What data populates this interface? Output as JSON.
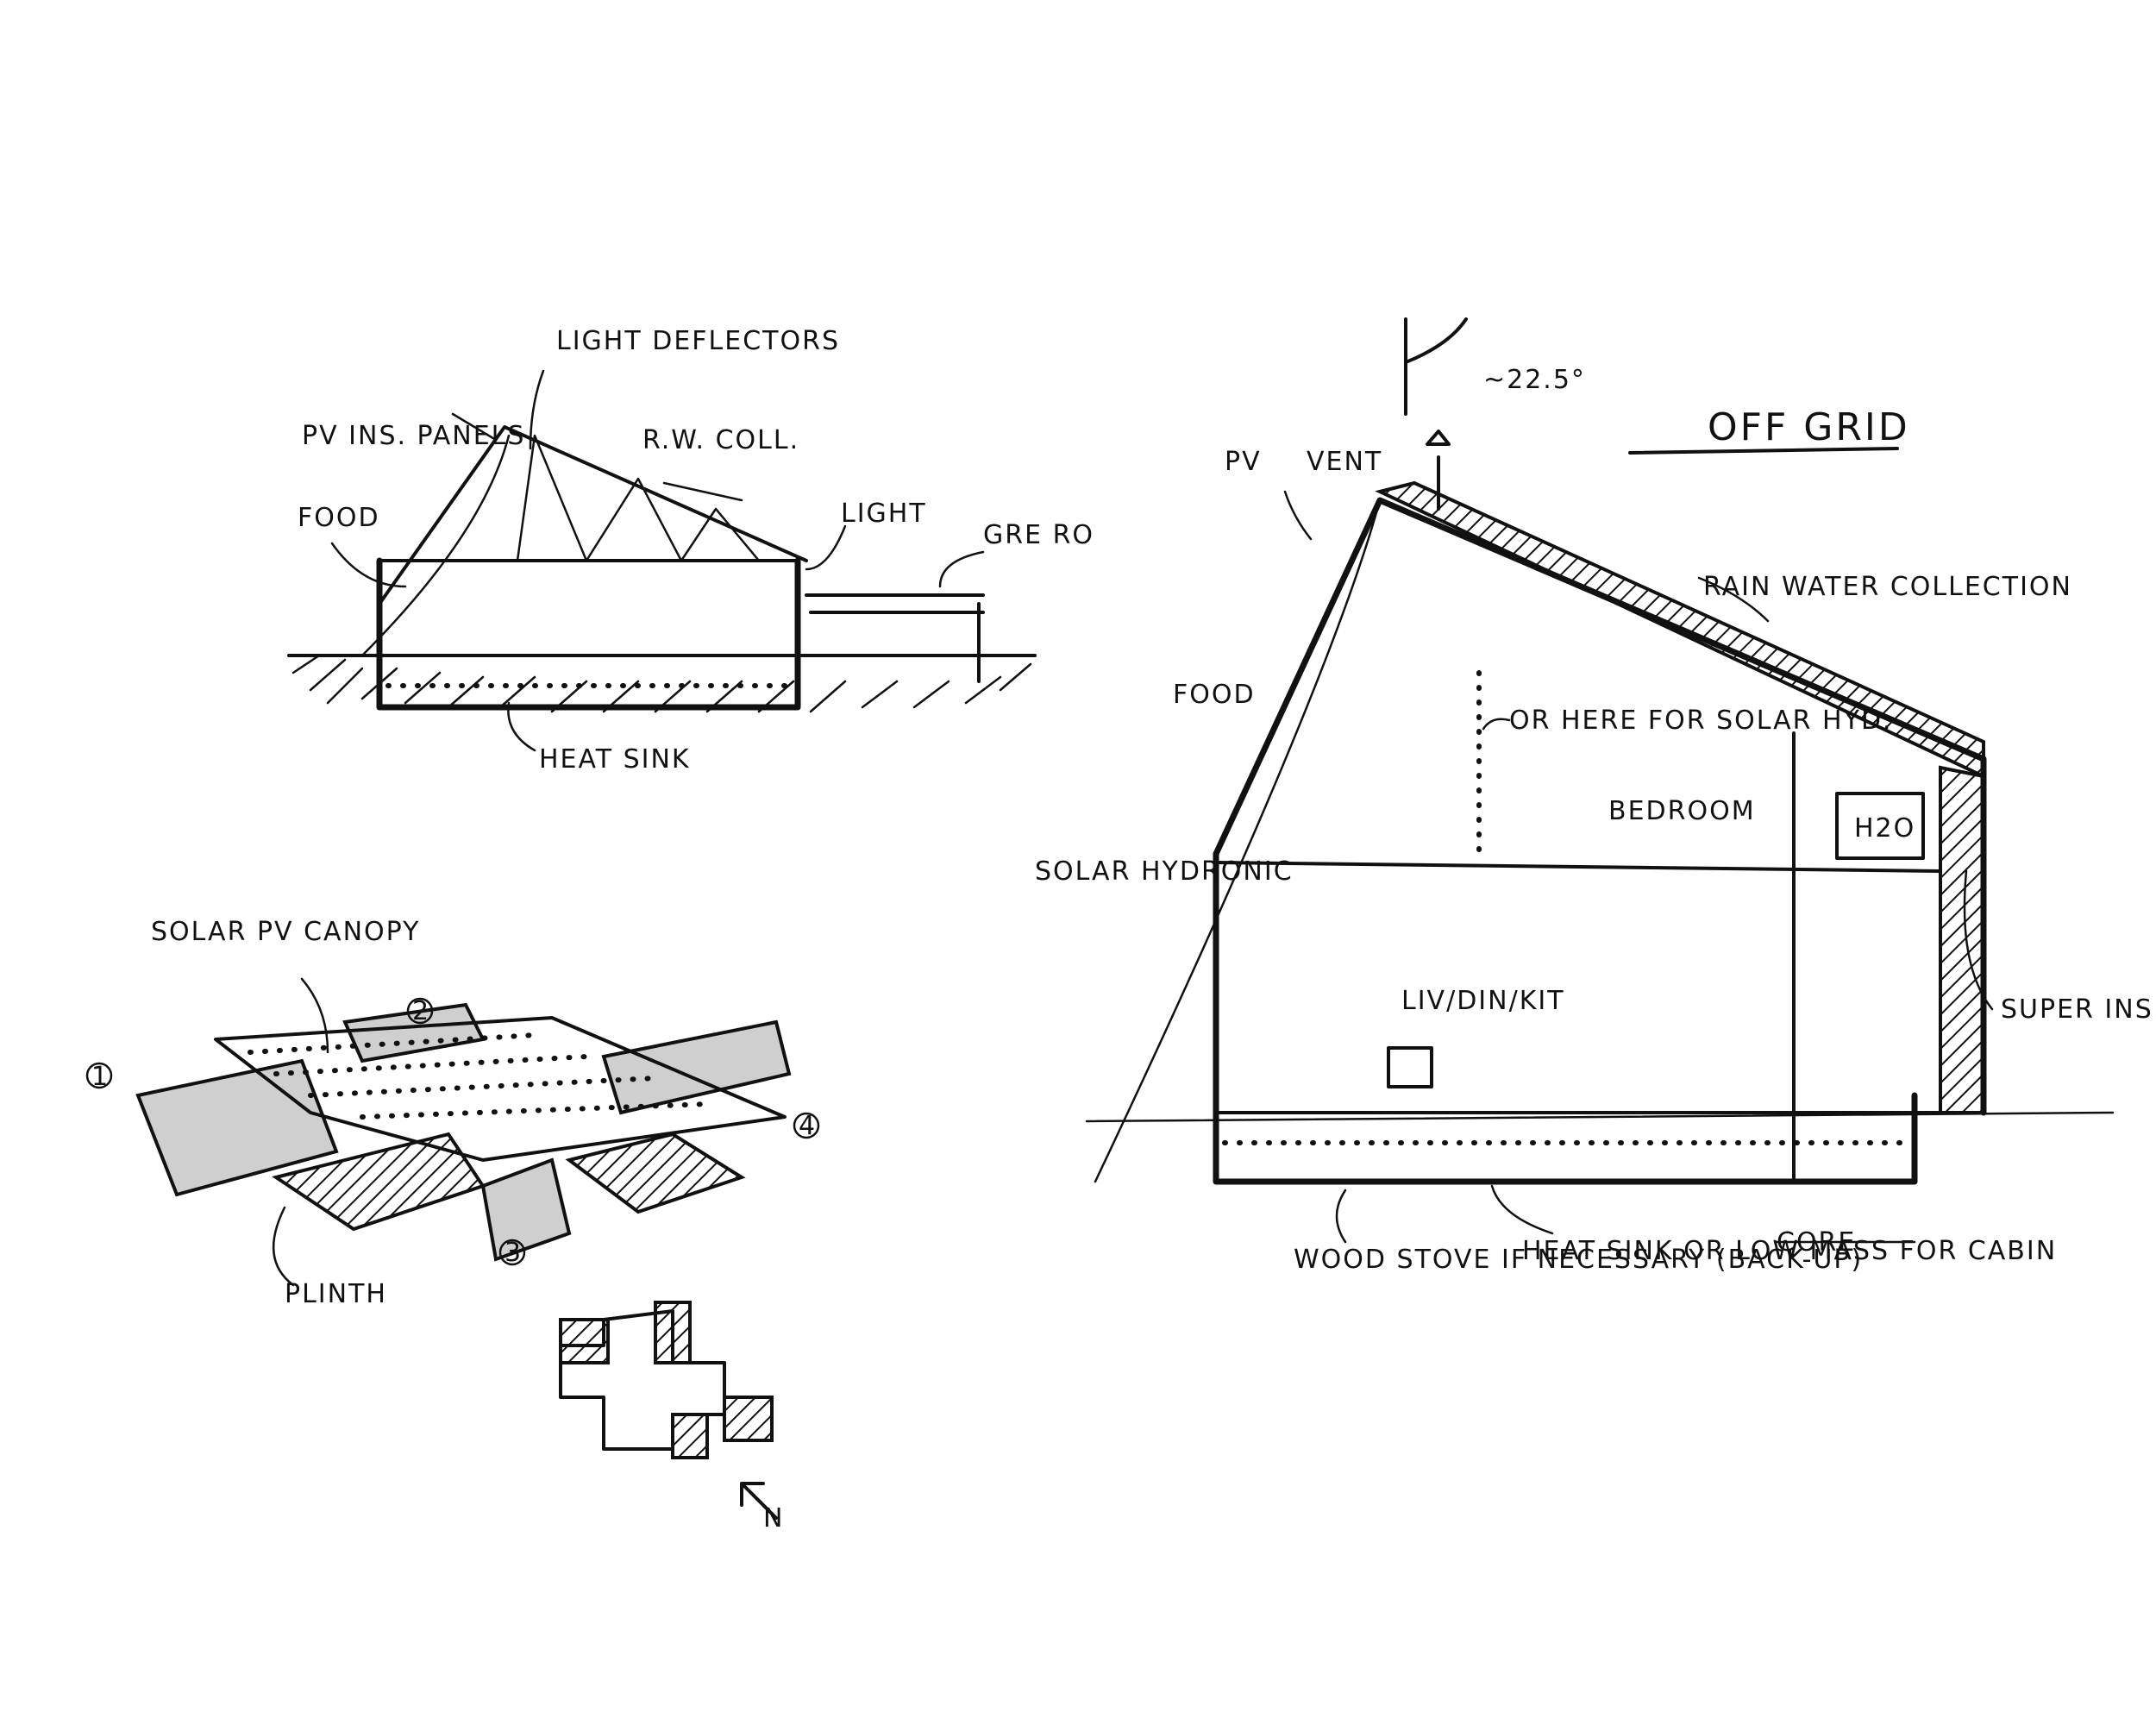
{
  "sketch_section_small": {
    "light_deflectors": "LIGHT DEFLECTORS",
    "pv_ins_panels": "PV INS. PANELS",
    "rw_coll": "R.W. COLL.",
    "food": "FOOD",
    "light": "LIGHT",
    "green_roof_partial": "GRE RO",
    "heat_sink": "HEAT SINK"
  },
  "sketch_axonometric": {
    "solar_pv_canopy": "SOLAR PV CANOPY",
    "plinth": "PLINTH",
    "markers": [
      "1",
      "2",
      "3",
      "4"
    ],
    "north": "N"
  },
  "sketch_section_large": {
    "title": "OFF GRID",
    "angle": "~22.5°",
    "pv": "PV",
    "vent": "VENT",
    "rain_water_collection": "RAIN WATER COLLECTION",
    "food": "FOOD",
    "or_here": "OR HERE FOR SOLAR HYD.",
    "bedroom": "BEDROOM",
    "h2o": "H2O",
    "solar_hydronic": "SOLAR HYDRONIC",
    "liv_din_kit": "LIV/DIN/KIT",
    "super_ins": "SUPER INS.",
    "wood_stove": "WOOD STOVE IF NECESSARY (BACK-UP)",
    "heat_sink": "HEAT SINK OR LOW MASS FOR CABIN",
    "core": "CORE"
  }
}
